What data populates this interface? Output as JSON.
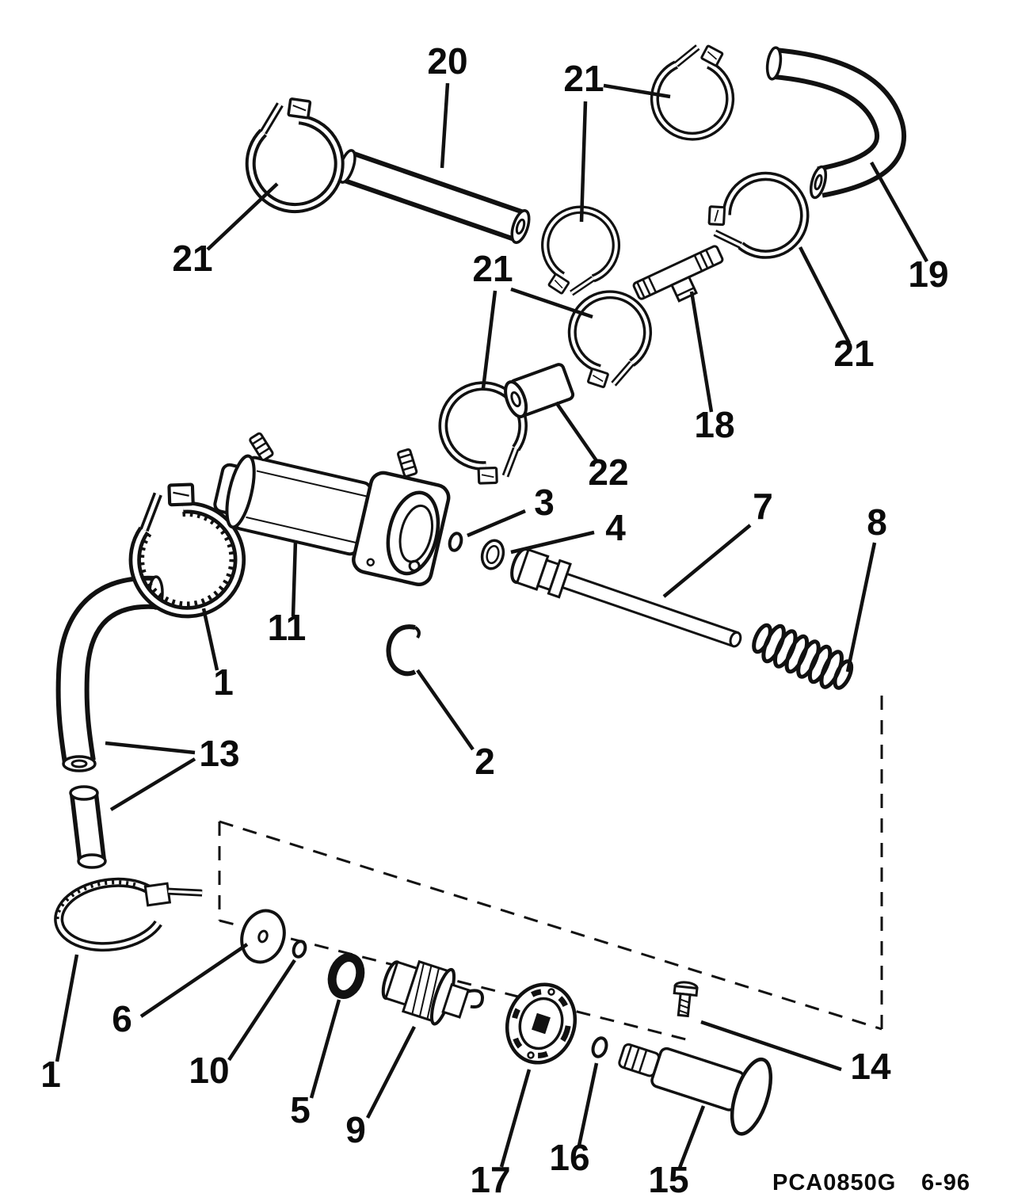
{
  "diagram": {
    "footer": {
      "code": "PCA0850G",
      "date": "6-96"
    },
    "callouts": [
      {
        "label": "20"
      },
      {
        "label": "21"
      },
      {
        "label": "21"
      },
      {
        "label": "19"
      },
      {
        "label": "21"
      },
      {
        "label": "21"
      },
      {
        "label": "18"
      },
      {
        "label": "22"
      },
      {
        "label": "11"
      },
      {
        "label": "3"
      },
      {
        "label": "4"
      },
      {
        "label": "7"
      },
      {
        "label": "8"
      },
      {
        "label": "1"
      },
      {
        "label": "13"
      },
      {
        "label": "2"
      },
      {
        "label": "1"
      },
      {
        "label": "6"
      },
      {
        "label": "10"
      },
      {
        "label": "5"
      },
      {
        "label": "9"
      },
      {
        "label": "17"
      },
      {
        "label": "16"
      },
      {
        "label": "14"
      },
      {
        "label": "15"
      }
    ]
  }
}
